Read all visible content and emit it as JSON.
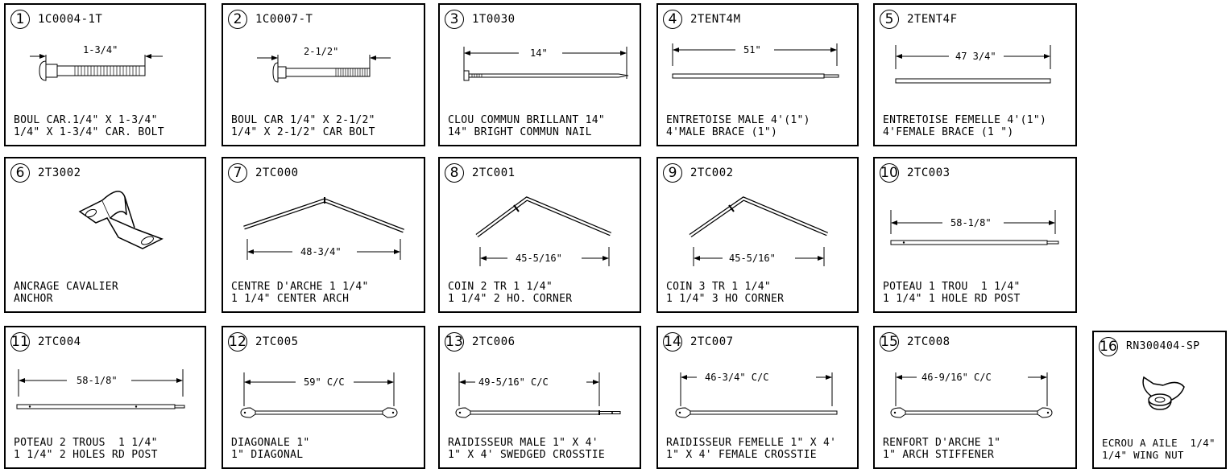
{
  "parts": [
    {
      "num": "1",
      "code": "1C0004-1T",
      "dim": "1-3/4\"",
      "line1": "BOUL CAR.1/4\" X 1-3/4\"",
      "line2": "1/4\" X 1-3/4\" CAR. BOLT"
    },
    {
      "num": "2",
      "code": "1C0007-T",
      "dim": "2-1/2\"",
      "line1": "BOUL CAR 1/4\" X 2-1/2\"",
      "line2": "1/4\" X 2-1/2\" CAR BOLT"
    },
    {
      "num": "3",
      "code": "1T0030",
      "dim": "14\"",
      "line1": "CLOU COMMUN BRILLANT 14\"",
      "line2": "14\" BRIGHT COMMUN NAIL"
    },
    {
      "num": "4",
      "code": "2TENT4M",
      "dim": "51\"",
      "line1": "ENTRETOISE MALE 4'(1\")",
      "line2": "4'MALE BRACE (1\")"
    },
    {
      "num": "5",
      "code": "2TENT4F",
      "dim": "47 3/4\"",
      "line1": "ENTRETOISE FEMELLE 4'(1\")",
      "line2": "4'FEMALE BRACE (1 \")"
    },
    {
      "num": "6",
      "code": "2T3002",
      "dim": "",
      "line1": "ANCRAGE CAVALIER",
      "line2": "ANCHOR"
    },
    {
      "num": "7",
      "code": "2TC000",
      "dim": "48-3/4\"",
      "line1": "CENTRE D'ARCHE 1 1/4\"",
      "line2": "1 1/4\" CENTER ARCH"
    },
    {
      "num": "8",
      "code": "2TC001",
      "dim": "45-5/16\"",
      "line1": "COIN 2 TR 1 1/4\"",
      "line2": "1 1/4\" 2 HO. CORNER"
    },
    {
      "num": "9",
      "code": "2TC002",
      "dim": "45-5/16\"",
      "line1": "COIN 3 TR 1 1/4\"",
      "line2": "1 1/4\" 3 HO CORNER"
    },
    {
      "num": "10",
      "code": "2TC003",
      "dim": "58-1/8\"",
      "line1": "POTEAU 1 TROU  1 1/4\"",
      "line2": "1 1/4\" 1 HOLE RD POST"
    },
    {
      "num": "11",
      "code": "2TC004",
      "dim": "58-1/8\"",
      "line1": "POTEAU 2 TROUS  1 1/4\"",
      "line2": "1 1/4\" 2 HOLES RD POST"
    },
    {
      "num": "12",
      "code": "2TC005",
      "dim": "59\" C/C",
      "line1": "DIAGONALE 1\"",
      "line2": "1\" DIAGONAL"
    },
    {
      "num": "13",
      "code": "2TC006",
      "dim": "49-5/16\"  C/C",
      "line1": "RAIDISSEUR MALE 1\" X 4'",
      "line2": "1\" X 4' SWEDGED CROSSTIE"
    },
    {
      "num": "14",
      "code": "2TC007",
      "dim": "46-3/4\" C/C",
      "line1": "RAIDISSEUR FEMELLE 1\" X 4'",
      "line2": "1\" X 4' FEMALE CROSSTIE"
    },
    {
      "num": "15",
      "code": "2TC008",
      "dim": "46-9/16\" C/C",
      "line1": "RENFORT D'ARCHE 1\"",
      "line2": "1\" ARCH STIFFENER"
    },
    {
      "num": "16",
      "code": "RN300404-SP",
      "dim": "",
      "line1": "ECROU A AILE  1/4\"",
      "line2": "1/4\" WING NUT"
    }
  ]
}
